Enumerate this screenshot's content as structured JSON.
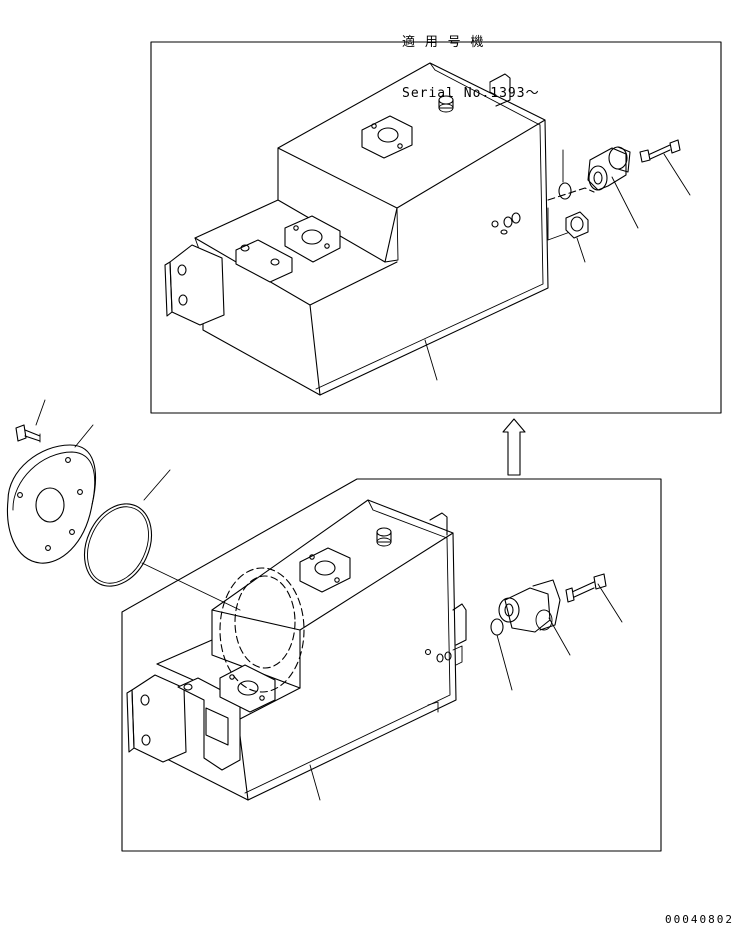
{
  "header": {
    "applicable_model_label": "適 用 号 機",
    "serial_label": "Serial No.1393～"
  },
  "footer": {
    "drawing_code": "00040802"
  }
}
